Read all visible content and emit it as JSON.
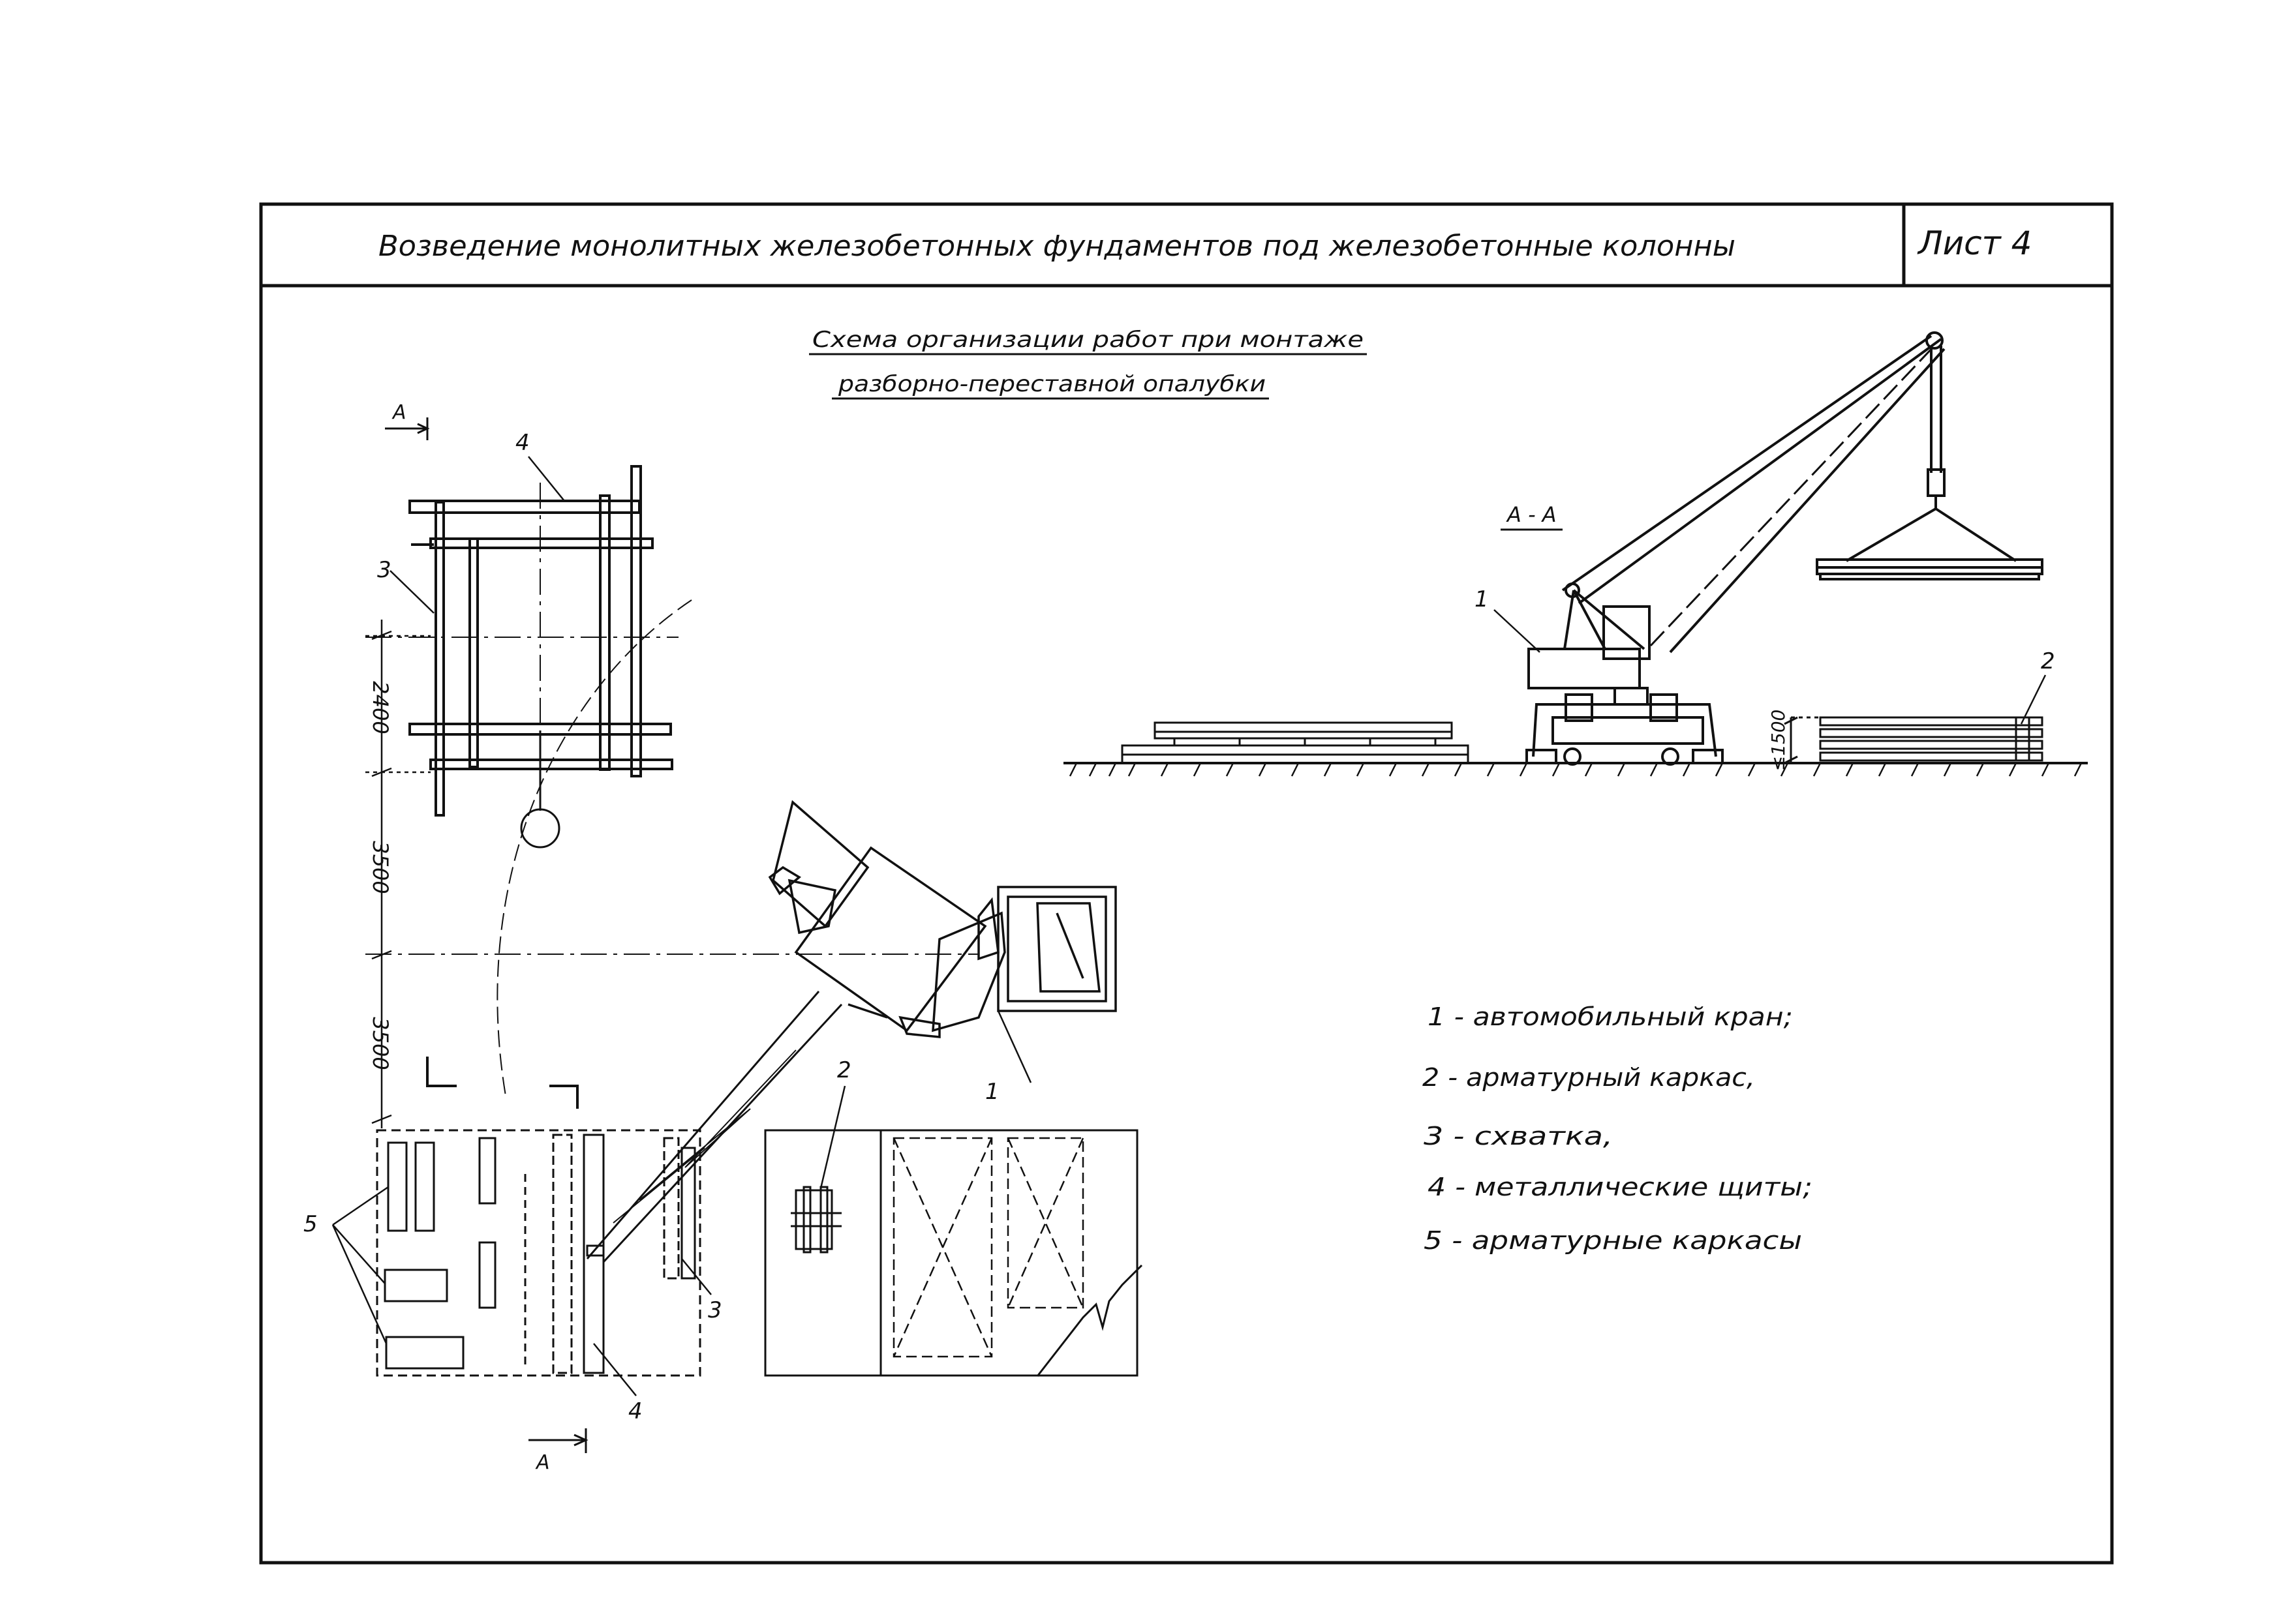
{
  "title_block": {
    "title": "Возведение монолитных железобетонных фундаментов под железобетонные колонны",
    "sheet_label": "Лист 4"
  },
  "scheme_title": {
    "line1": "Схема организации работ при монтаже",
    "line2": "разборно-переставной опалубки"
  },
  "section": {
    "label": "А - А",
    "mark_letter": "А"
  },
  "dimensions": {
    "d2400": "2400",
    "d3500a": "3500",
    "d3500b": "3500",
    "stack_height": "≤1500"
  },
  "callouts": {
    "plan_1": "1",
    "plan_2": "2",
    "plan_3_top": "3",
    "plan_3_bottom": "3",
    "plan_4_top": "4",
    "plan_4_bottom": "4",
    "plan_5": "5",
    "section_1": "1",
    "section_2": "2"
  },
  "legend": [
    "1 - автомобильный кран;",
    "2 - арматурный каркас,",
    "3 - схватка,",
    "4 - металлические щиты;",
    "5 - арматурные каркасы"
  ]
}
